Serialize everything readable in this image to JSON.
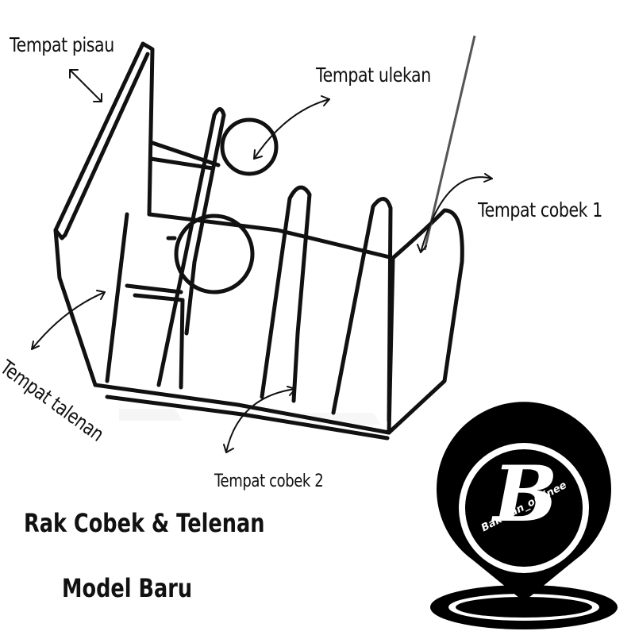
{
  "labels": {
    "tempat_pisau": "Tempat pisau",
    "tempat_ulekan": "Tempat ulekan",
    "tempat_cobek_1": "Tempat cobek 1",
    "tempat_talenan": "Tempat talenan",
    "tempat_cobek_2": "Tempat cobek 2"
  },
  "title": {
    "line1": "Rak Cobek & Telenan",
    "line2": "Model Baru"
  },
  "logo": {
    "letter": "B",
    "text": "Bakulan_onlinee"
  },
  "colors": {
    "wire": "#111111",
    "background": "#ffffff",
    "logo": "#000000"
  }
}
